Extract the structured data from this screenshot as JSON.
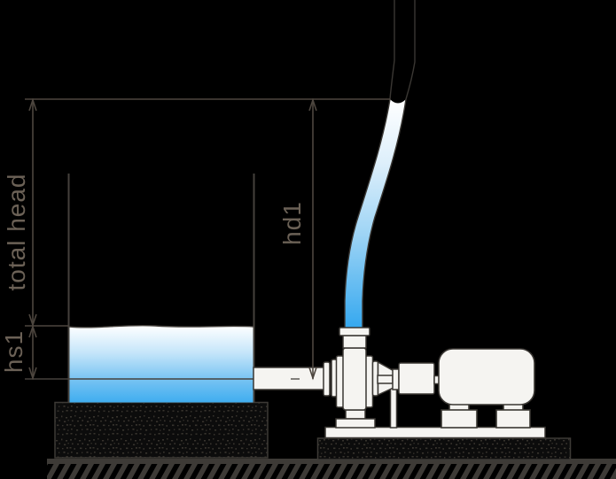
{
  "labels": {
    "total_head": "total head",
    "suction_head": "hs1",
    "discharge_head": "hd1"
  },
  "colors": {
    "background": "#000000",
    "dimension_line": "#4d463f",
    "label_text": "#6b6156",
    "outline": "#3a3733",
    "tank_line": "#45413c",
    "machine_fill": "#f5f4f1",
    "ground_hatch": "#3d3a36",
    "foundation_fill": "#0c0c0c",
    "foundation_speckle": "#38342e",
    "water": {
      "surface": "#ffffff",
      "light": "#c6e6fa",
      "mid": "#74c2f2",
      "deep": "#3fadf0",
      "pipe_light": "#ddeffb",
      "pipe_mid": "#a0d5f5",
      "pipe_deep": "#35a8ef"
    }
  }
}
